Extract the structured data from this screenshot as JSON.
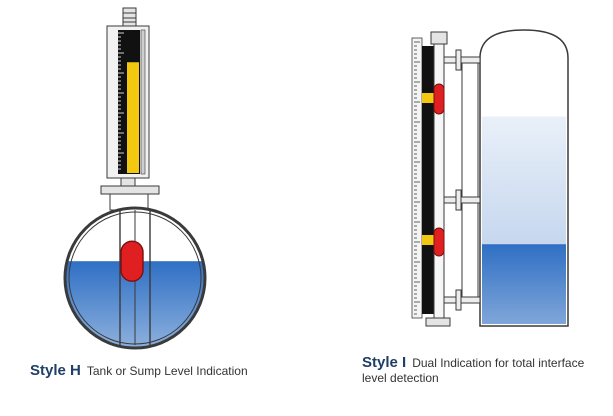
{
  "colors": {
    "background": "#ffffff",
    "tank_outline": "#3a3a3a",
    "liquid_dark": "#2f6fc4",
    "liquid_light": "#cddcf0",
    "indicator_yellow": "#f2c811",
    "float_red": "#e02020",
    "scale_black": "#111111",
    "steel": "#dcdcdc",
    "caption_heading": "#1f3f66",
    "caption_text": "#333333"
  },
  "levels": {
    "style_h_liquid_fraction": 0.62,
    "style_h_indicator_fill": 0.78,
    "style_i_interface_fraction": 0.3,
    "style_i_total_fraction": 0.78
  },
  "captions": {
    "style_h": {
      "heading": "Style H",
      "text": "Tank or Sump Level Indication"
    },
    "style_i": {
      "heading": "Style I",
      "text": "Dual Indication for total interface level detection"
    }
  }
}
